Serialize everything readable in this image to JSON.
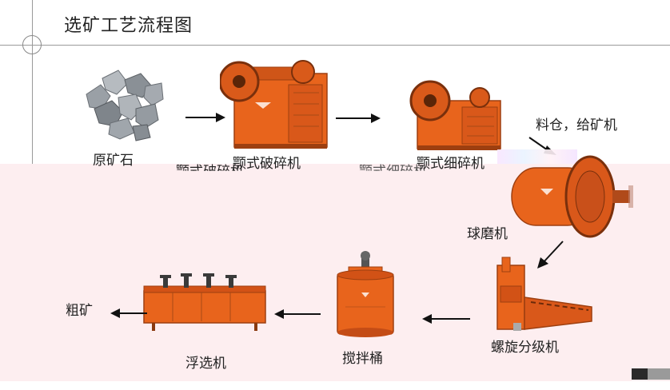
{
  "title": "选矿工艺流程图",
  "labels": {
    "raw_ore": "原矿石",
    "jaw_crusher": "颚式破碎机",
    "jaw_crusher_sub": "颚式破碎机",
    "fine_crusher": "颚式细碎机",
    "fine_crusher_sub": "颚式细碎机",
    "feed_bin": "料仓，给矿机",
    "ball_mill": "球磨机",
    "classifier": "螺旋分级机",
    "agitator": "搅拌桶",
    "flotation": "浮选机",
    "concentrate": "粗矿"
  },
  "colors": {
    "machine_orange": "#e8641c",
    "machine_dark": "#b84a12",
    "pink_band": "#fdeef0",
    "ore_gray": "#8e949a",
    "arrow": "#111111"
  }
}
